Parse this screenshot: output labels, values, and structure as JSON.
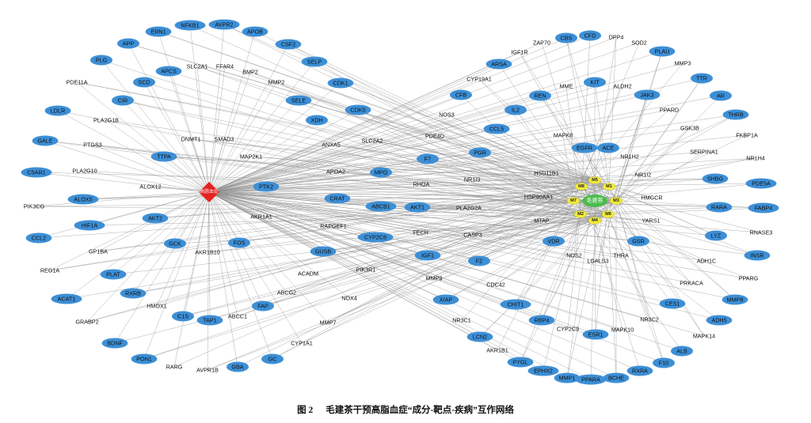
{
  "caption": {
    "figure_number": "图 2",
    "title": "毛建茶干预高脂血症“成分-靶点-疾病”互作网络"
  },
  "network": {
    "disease": "高脂血症",
    "herb": "毛建茶",
    "compounds": [
      "M5",
      "M8",
      "M1",
      "M7",
      "M3",
      "M2",
      "M6",
      "M4"
    ],
    "targets": [
      "ERN1",
      "NFKB1",
      "AVPR2",
      "APOB",
      "CSF2",
      "SELP",
      "CDK1",
      "CDK5",
      "SLC2A2",
      "MPO",
      "ABCB1",
      "CYP2C8",
      "PIK3R1",
      "NOX4",
      "MMP7",
      "CYP1A1",
      "GC",
      "GBA",
      "AVPR1B",
      "RARG",
      "PON1",
      "BDNF",
      "GRABP2",
      "ACAT1",
      "REG1A",
      "CCL2",
      "PIK3CG",
      "C5AR1",
      "GALE",
      "LDLR",
      "PDE11A",
      "PLG",
      "APP",
      "APCS",
      "SLC2A1",
      "FFAR4",
      "BMP2",
      "MMP2",
      "SELE",
      "XDH",
      "ANXA5",
      "APOA2",
      "CRAT",
      "RAPGEF1",
      "GUSB",
      "ACADM",
      "ABCG2",
      "FAP",
      "ABCC1",
      "TAP1",
      "C1S",
      "HMOX1",
      "RXRB",
      "PLAT",
      "GP1BA",
      "HIF1A",
      "ALOX5",
      "PLA2G10",
      "PTGS3",
      "PLA2G1B",
      "CIR",
      "SCD",
      "DNMT1",
      "SMAD3",
      "MAP2K1",
      "PTK2",
      "AKR1A1",
      "FOS",
      "AKR1B10",
      "GCK",
      "AKT2",
      "ALOX12",
      "TTPA",
      "PDE4D",
      "F7",
      "RHOA",
      "AKT1",
      "FECH",
      "IGF1",
      "MMP9",
      "NOS3",
      "CFB",
      "CYP19A1",
      "ARSA",
      "IGF1R",
      "ZAP70",
      "CBS",
      "CFD",
      "DPP4",
      "SOD2",
      "PLAU",
      "MMP3",
      "TTR",
      "AR",
      "THRB",
      "FKBP1A",
      "NR1H4",
      "PDE5A",
      "FABP4",
      "RNASE3",
      "INSR",
      "PPARG",
      "MMP8",
      "ADH5",
      "MAPK14",
      "ALB",
      "F10",
      "RXRA",
      "BCHE",
      "PPARA",
      "MMP1",
      "EPHX2",
      "PYGL",
      "AKR1B1",
      "LCN2",
      "NR3C1",
      "XIAP",
      "IL2",
      "REN",
      "MME",
      "KIT",
      "ALDH2",
      "JAK3",
      "PPARD",
      "GSK3B",
      "SERPINA1",
      "SHBG",
      "RARA",
      "LYZ",
      "ADH1C",
      "PRKACA",
      "CES1",
      "NR3C2",
      "MAPK10",
      "ESR1",
      "CYP2C9",
      "RBP4",
      "CHIT1",
      "CDC42",
      "F2",
      "CASP3",
      "PLA2G2A",
      "NR1I3",
      "PGR",
      "CCL5",
      "MAPK8",
      "EGFR",
      "ACE",
      "NR1H2",
      "NR1I2",
      "HMGCR",
      "YARS1",
      "GSR",
      "THRA",
      "LGALS3",
      "NOS2",
      "VDR",
      "MTAP",
      "HSP90AA1",
      "HSD11B1"
    ]
  },
  "colors": {
    "target": "#3d8fd6",
    "disease": "#e3231f",
    "herb": "#4cbb4c",
    "compound": "#f1ea3c",
    "edge": "#8f8f8f"
  }
}
